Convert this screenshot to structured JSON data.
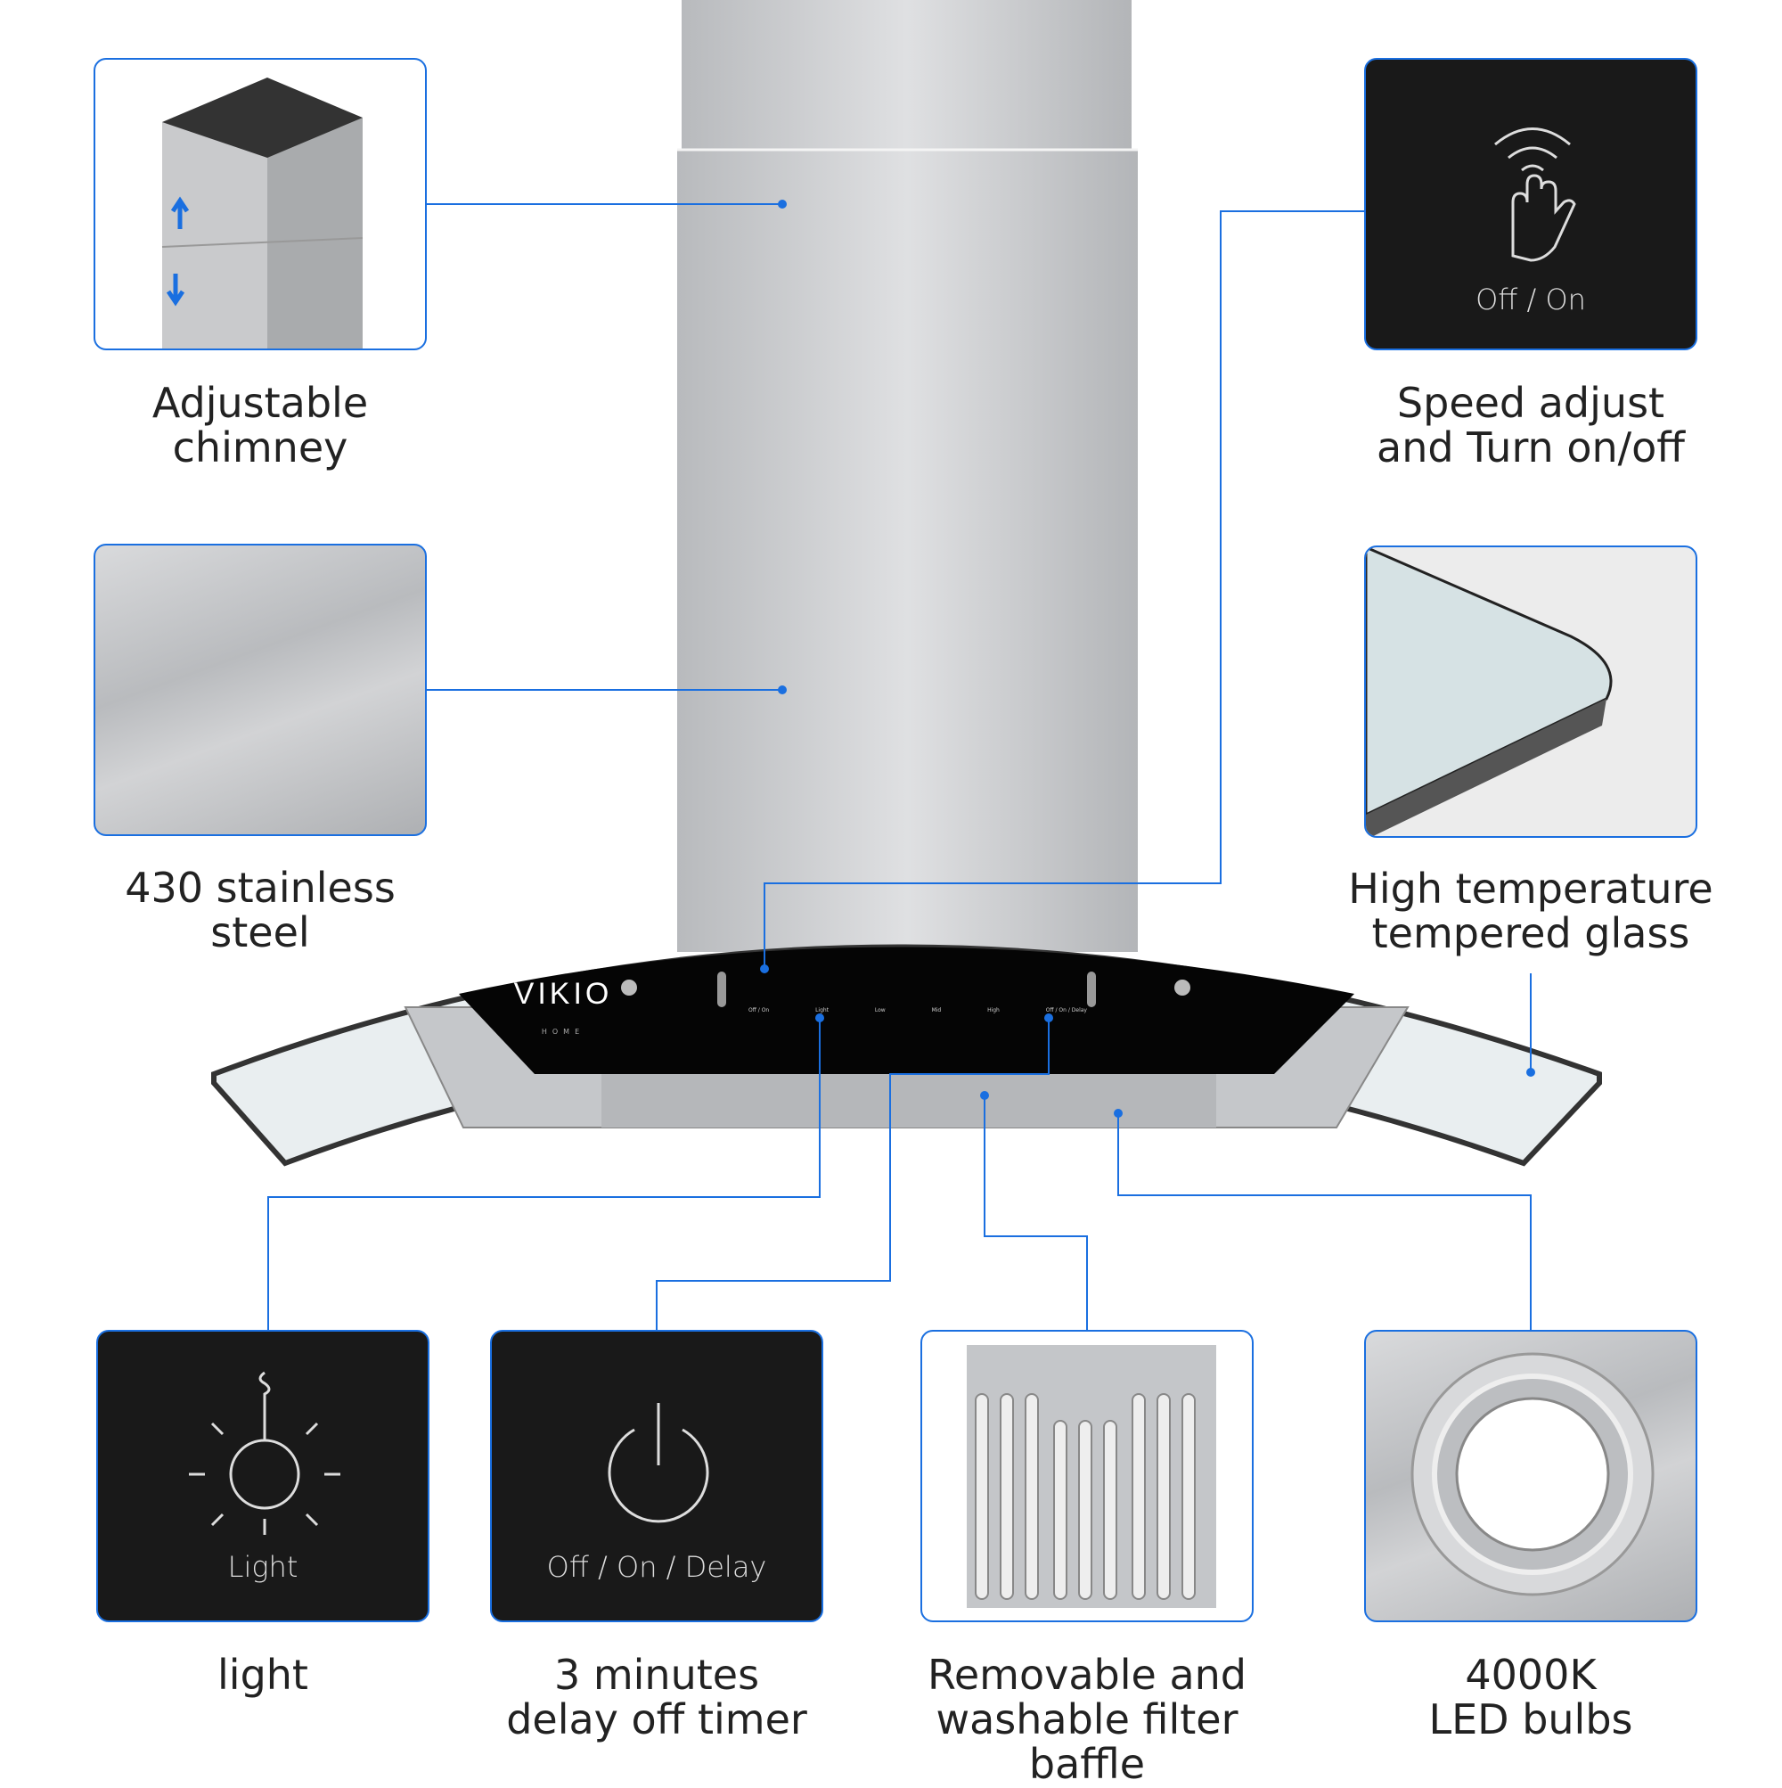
{
  "brand": {
    "name": "VIKIO",
    "sub": "HOME"
  },
  "panel_labels": [
    "Off / On",
    "Light",
    "Low",
    "Mid",
    "High",
    "Off / On / Delay"
  ],
  "features": {
    "chimney": {
      "caption_1": "Adjustable",
      "caption_2": "chimney"
    },
    "steel": {
      "caption_1": "430 stainless",
      "caption_2": "steel"
    },
    "gesture": {
      "icon_label": "Off / On",
      "caption_1": "Speed adjust",
      "caption_2": "and Turn on/off"
    },
    "glass": {
      "caption_1": "High temperature",
      "caption_2": "tempered glass"
    },
    "light": {
      "icon_label": "Light",
      "caption_1": "light"
    },
    "timer": {
      "icon_label": "Off / On / Delay",
      "caption_1": "3 minutes",
      "caption_2": "delay off timer"
    },
    "filter": {
      "caption_1": "Removable and",
      "caption_2": "washable filter baffle"
    },
    "led": {
      "caption_1": "4000K",
      "caption_2": "LED bulbs"
    }
  },
  "colors": {
    "accent": "#1a6fe0",
    "dark_tile": "#191919"
  }
}
